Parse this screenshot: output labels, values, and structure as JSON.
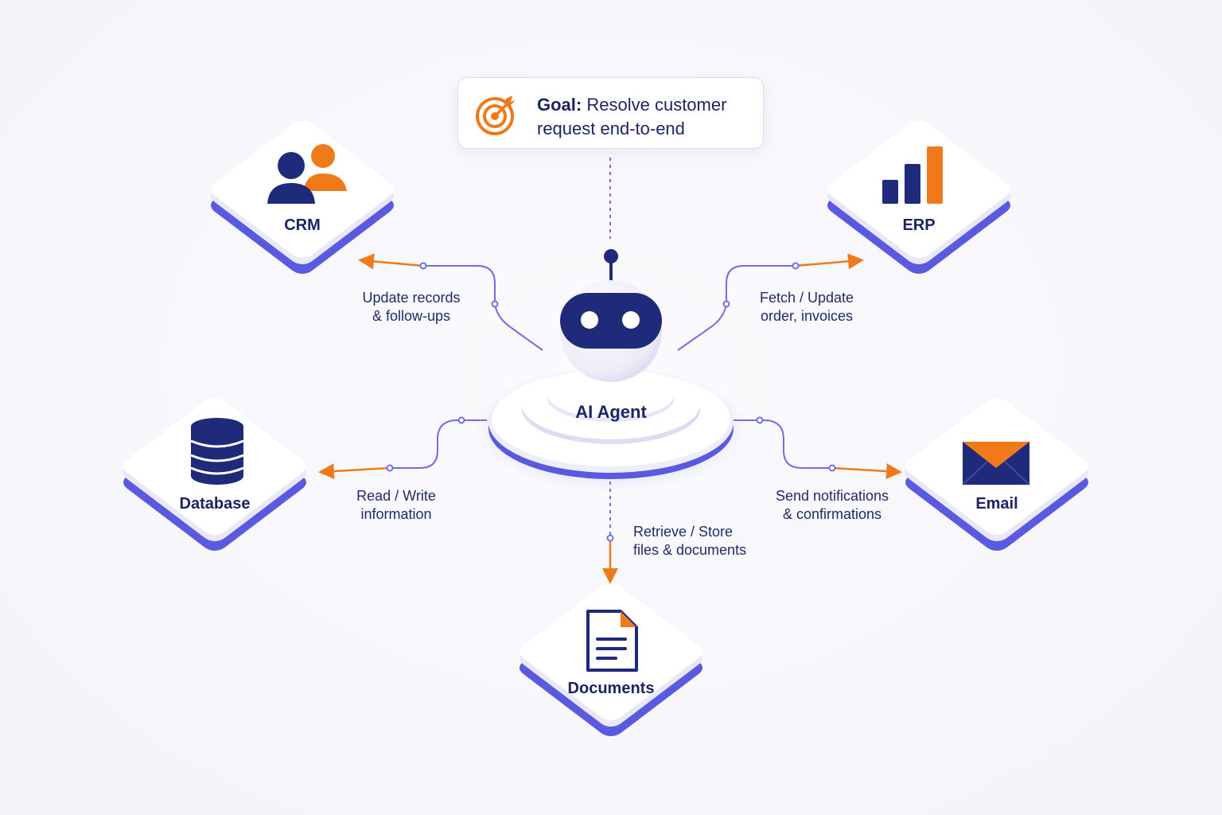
{
  "colors": {
    "navy": "#1f2b7a",
    "orange": "#f07a1a",
    "wire": "#6f6ee6",
    "text": "#1b2466"
  },
  "goal": {
    "prefix": "Goal:",
    "line1": "Resolve customer",
    "line2": "request end-to-end",
    "icon": "target-icon"
  },
  "agent": {
    "label": "AI Agent",
    "icon": "robot-icon"
  },
  "nodes": {
    "crm": {
      "label": "CRM",
      "icon": "users-icon"
    },
    "erp": {
      "label": "ERP",
      "icon": "bar-chart-icon"
    },
    "database": {
      "label": "Database",
      "icon": "database-icon"
    },
    "email": {
      "label": "Email",
      "icon": "envelope-icon"
    },
    "documents": {
      "label": "Documents",
      "icon": "document-icon"
    }
  },
  "connections": {
    "crm": {
      "line1": "Update records",
      "line2": "& follow-ups"
    },
    "erp": {
      "line1": "Fetch / Update",
      "line2": "order, invoices"
    },
    "database": {
      "line1": "Read / Write",
      "line2": "information"
    },
    "email": {
      "line1": "Send notifications",
      "line2": "& confirmations"
    },
    "documents": {
      "line1": "Retrieve / Store",
      "line2": "files & documents"
    }
  }
}
